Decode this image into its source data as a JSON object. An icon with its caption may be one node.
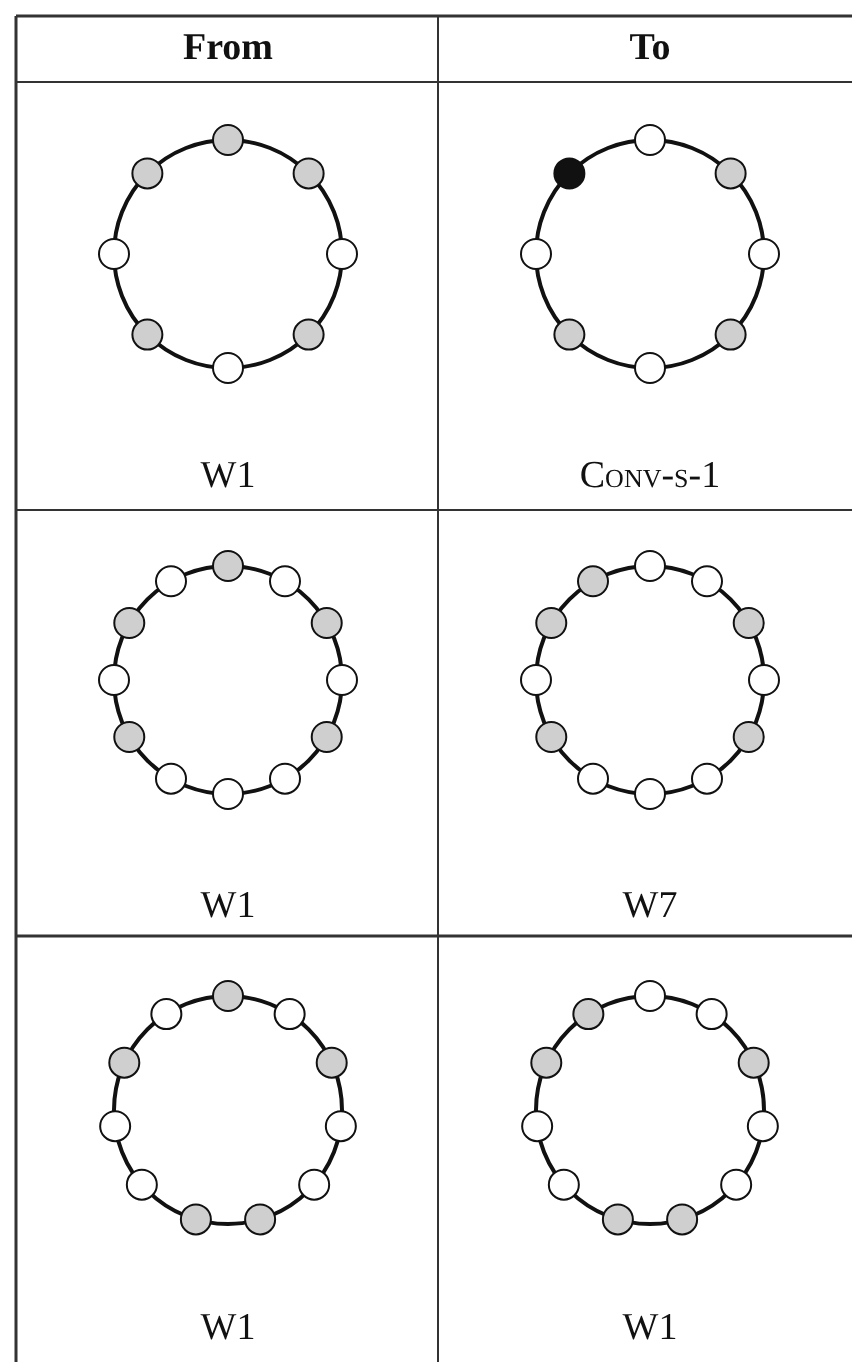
{
  "diagram": {
    "labels": [
      "From",
      "To",
      "W1",
      "Conv-s-1",
      "W1",
      "W7",
      "W1",
      "W1"
    ]
  }
}
